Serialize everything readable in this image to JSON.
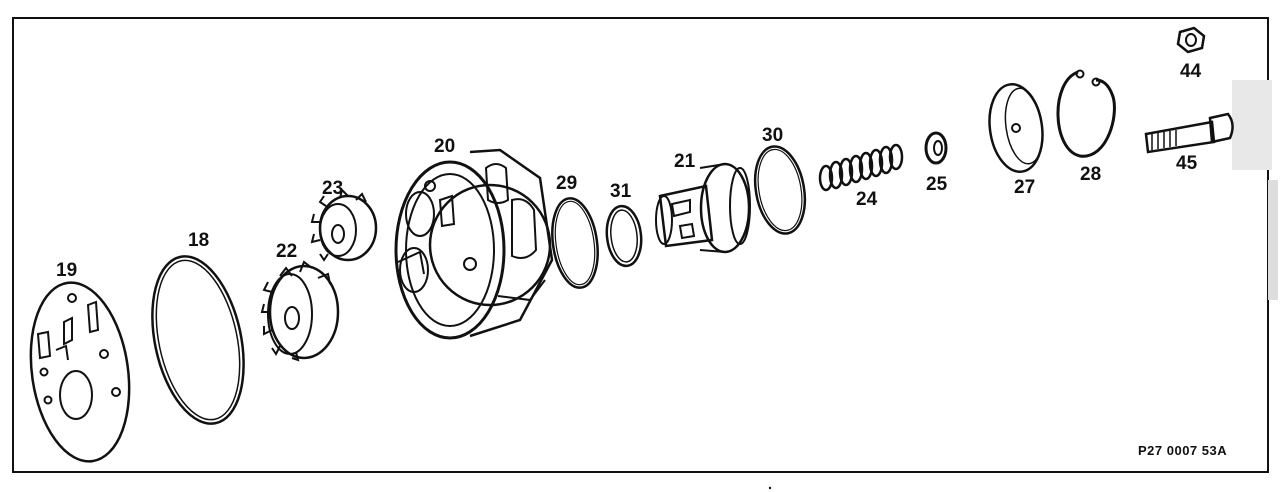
{
  "diagram": {
    "reference_code": "P27 0007 53A",
    "parts": [
      {
        "id": "19",
        "name": "cover-plate"
      },
      {
        "id": "18",
        "name": "gasket-ring"
      },
      {
        "id": "22",
        "name": "drive-gear"
      },
      {
        "id": "23",
        "name": "driven-gear"
      },
      {
        "id": "20",
        "name": "pump-housing"
      },
      {
        "id": "29",
        "name": "o-ring-large"
      },
      {
        "id": "31",
        "name": "o-ring-small"
      },
      {
        "id": "21",
        "name": "valve-piston"
      },
      {
        "id": "30",
        "name": "seal-ring"
      },
      {
        "id": "24",
        "name": "compression-spring"
      },
      {
        "id": "25",
        "name": "spring-seat"
      },
      {
        "id": "27",
        "name": "closing-cover"
      },
      {
        "id": "28",
        "name": "snap-ring"
      },
      {
        "id": "44",
        "name": "nut"
      },
      {
        "id": "45",
        "name": "bolt"
      }
    ]
  }
}
